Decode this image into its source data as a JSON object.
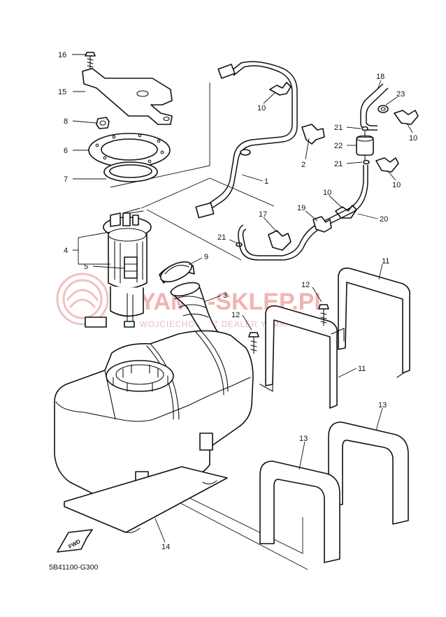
{
  "diagram": {
    "code": "5B41100-G300",
    "fwd_label": "FWD",
    "watermark": {
      "brand": "YAMA-SKLEP.PL",
      "subtitle": "WOJCIECHOWICZ DEALER YAMAHA"
    },
    "callouts": {
      "c16": "16",
      "c15": "15",
      "c8": "8",
      "c6": "6",
      "c7": "7",
      "c4": "4",
      "c5": "5",
      "c9": "9",
      "c3": "3",
      "c14": "14",
      "c10a": "10",
      "c1": "1",
      "c2": "2",
      "c18": "18",
      "c23": "23",
      "c21a": "21",
      "c22": "22",
      "c21b": "21",
      "c10b": "10",
      "c10c": "10",
      "c10d": "10",
      "c17": "17",
      "c19": "19",
      "c20": "20",
      "c21c": "21",
      "c11a": "11",
      "c12a": "12",
      "c12b": "12",
      "c11b": "11",
      "c13a": "13",
      "c13b": "13"
    }
  }
}
